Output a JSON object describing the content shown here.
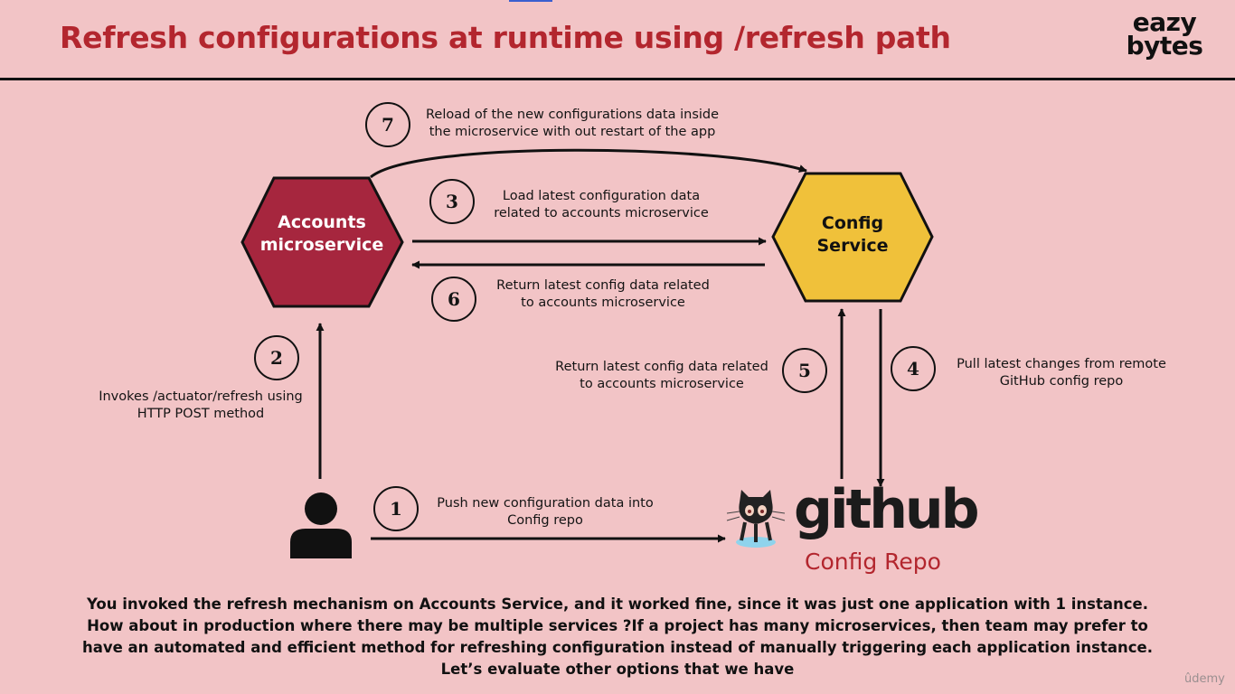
{
  "title": "Refresh configurations at runtime using /refresh path",
  "brand": {
    "line1": "eazy",
    "line2": "bytes"
  },
  "nodes": {
    "accounts": {
      "line1": "Accounts",
      "line2": "microservice",
      "color": "#a6263e"
    },
    "config_service": {
      "line1": "Config",
      "line2": "Service",
      "color": "#f0c13a"
    },
    "github": {
      "word": "github",
      "caption": "Config Repo"
    }
  },
  "steps": [
    {
      "number": "1",
      "line1": "Push new configuration data into",
      "line2": "Config repo"
    },
    {
      "number": "2",
      "line1": "Invokes /actuator/refresh using",
      "line2": "HTTP POST method"
    },
    {
      "number": "3",
      "line1": "Load latest configuration data",
      "line2": "related to accounts microservice"
    },
    {
      "number": "4",
      "line1": "Pull latest changes from remote",
      "line2": "GitHub config repo"
    },
    {
      "number": "5",
      "line1": "Return latest config data related",
      "line2": "to accounts microservice"
    },
    {
      "number": "6",
      "line1": "Return latest config data related",
      "line2": "to accounts microservice"
    },
    {
      "number": "7",
      "line1": "Reload of the new configurations data inside",
      "line2": "the microservice with out restart of the app"
    }
  ],
  "note": "You invoked the refresh mechanism on Accounts Service, and it worked fine, since it was just one application with 1 instance. How about in production where there may be multiple services ?If a project has many microservices, then team may prefer to have an automated and efficient method for refreshing configuration instead of manually triggering each application instance.  Let’s evaluate other options that we have",
  "watermark": "ûdemy",
  "colors": {
    "title": "#b3262e",
    "background": "#f2c4c6"
  }
}
